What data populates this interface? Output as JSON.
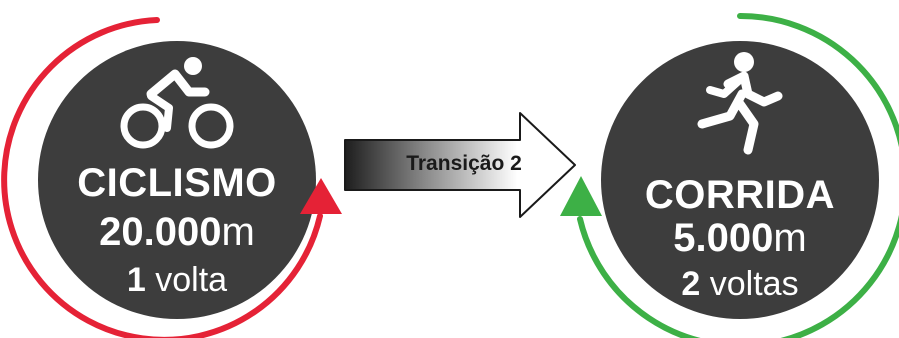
{
  "colors": {
    "bike_ring": "#e52236",
    "run_ring": "#3db046",
    "disc": "#3d3d3d",
    "text": "#ffffff"
  },
  "bike": {
    "icon": "bicycle-icon",
    "title": "CICLISMO",
    "distance_value": "20.000",
    "distance_unit": "m",
    "laps_value": "1",
    "laps_unit": "volta"
  },
  "transition": {
    "icon": "arrow-right-icon",
    "label": "Transição 2"
  },
  "run": {
    "icon": "runner-icon",
    "title": "CORRIDA",
    "distance_value": "5.000",
    "distance_unit": "m",
    "laps_value": "2",
    "laps_unit": "voltas"
  }
}
